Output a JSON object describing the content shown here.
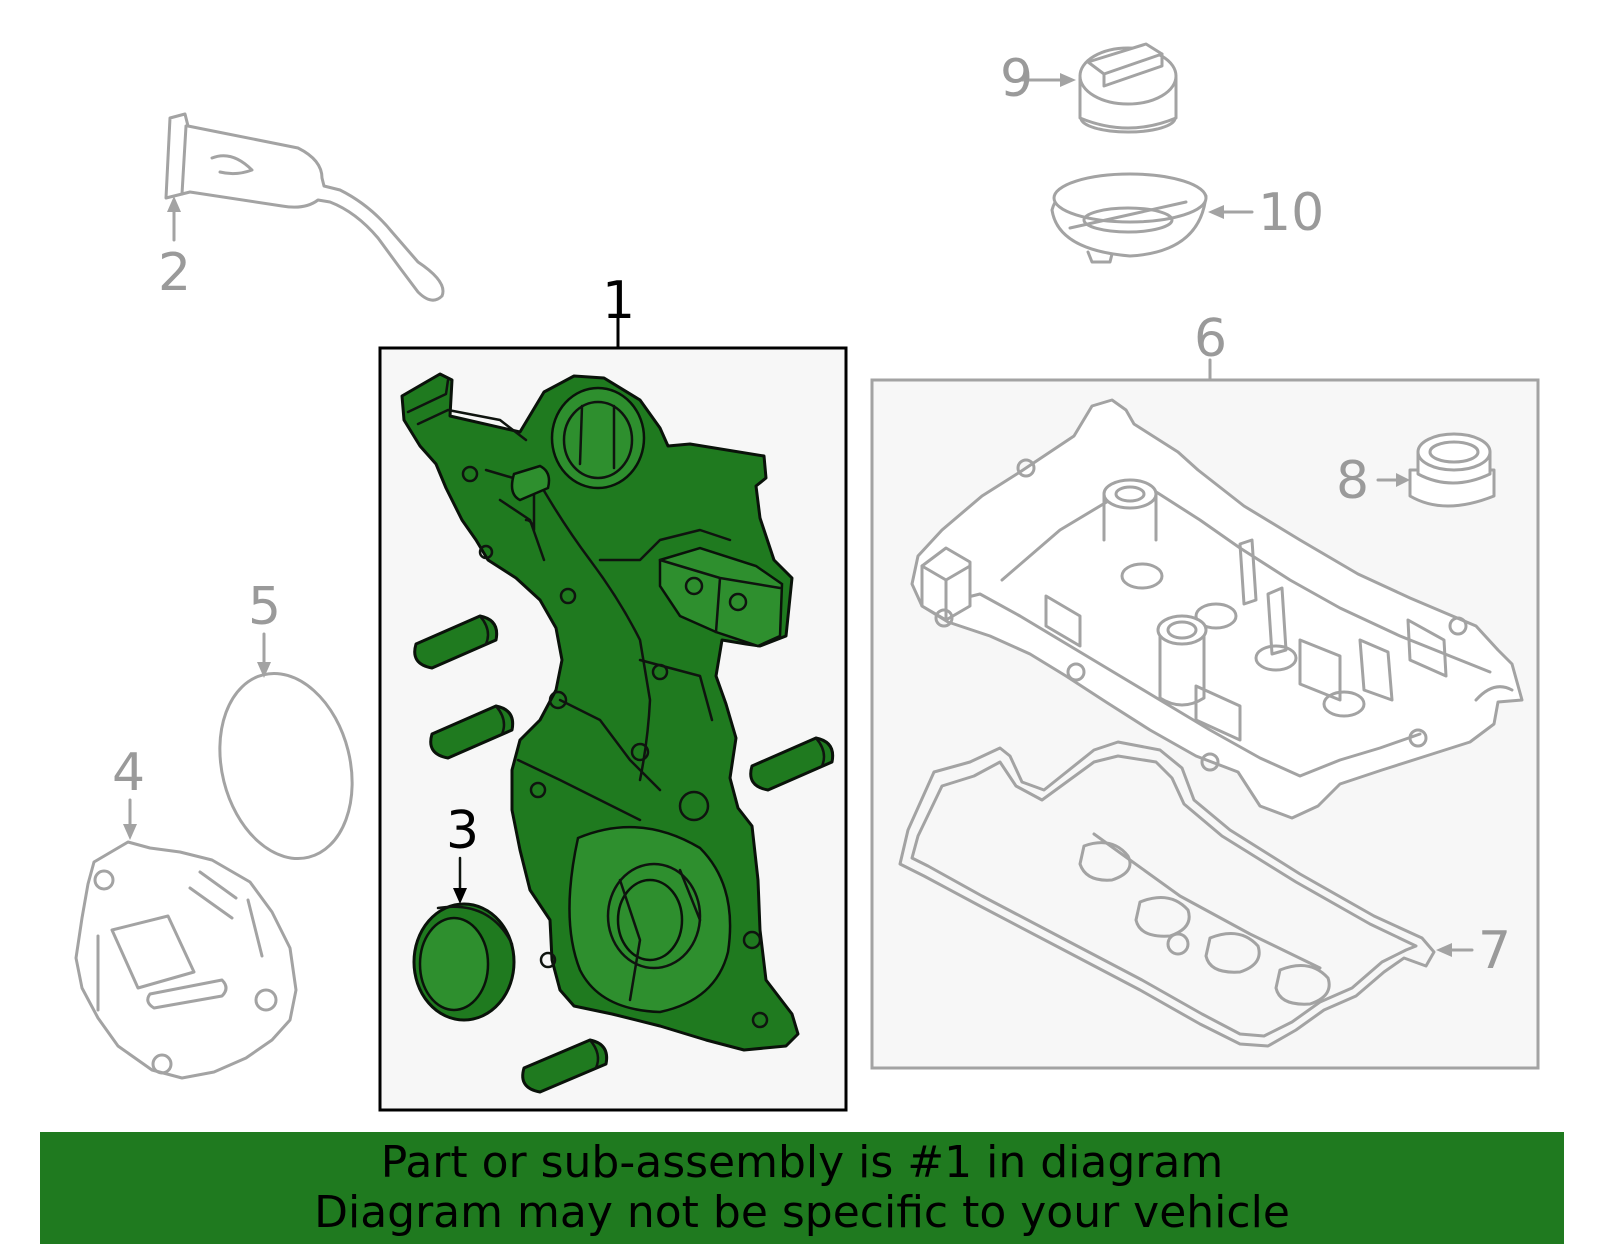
{
  "callouts": {
    "c1": "1",
    "c2": "2",
    "c3": "3",
    "c4": "4",
    "c5": "5",
    "c6": "6",
    "c7": "7",
    "c8": "8",
    "c9": "9",
    "c10": "10"
  },
  "banner": {
    "line1": "Part or sub-assembly is #1 in diagram",
    "line2": "Diagram may not be specific to your vehicle"
  },
  "colors": {
    "highlight": "#1f7a1f",
    "outline_grey": "#a3a3a3",
    "callout_grey": "#9a9a9a",
    "box_fill": "#f7f7f7"
  }
}
